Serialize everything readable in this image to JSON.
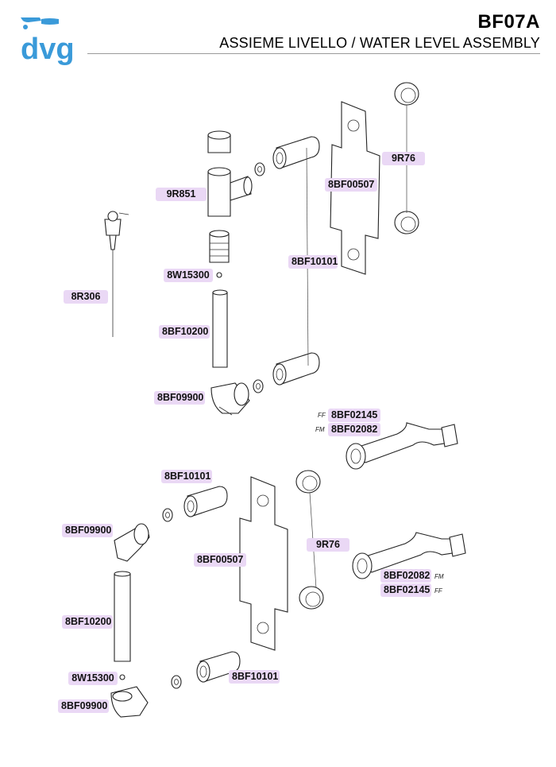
{
  "header": {
    "logo_text": "dvg",
    "code": "BF07A",
    "subtitle": "ASSIEME LIVELLO / WATER LEVEL ASSEMBLY"
  },
  "colors": {
    "logo": "#3a9ad9",
    "label_bg": "#ead8f5",
    "rule": "#9a9a9a"
  },
  "labels": {
    "l_9r76_top": "9R76",
    "l_8bf00507_top": "8BF00507",
    "l_9r851": "9R851",
    "l_8bf10101_top": "8BF10101",
    "l_8w15300_top": "8W15300",
    "l_8r306": "8R306",
    "l_8bf10200_top": "8BF10200",
    "l_8bf09900_top": "8BF09900",
    "l_8bf02145_top": "8BF02145",
    "l_8bf02082_top": "8BF02082",
    "l_8bf10101_mid": "8BF10101",
    "l_8bf09900_mid": "8BF09900",
    "l_9r76_bottom": "9R76",
    "l_8bf00507_bottom": "8BF00507",
    "l_8bf02082_bottom": "8BF02082",
    "l_8bf02145_bottom": "8BF02145",
    "l_8bf10200_bottom": "8BF10200",
    "l_8w15300_bottom": "8W15300",
    "l_8bf10101_bottom": "8BF10101",
    "l_8bf09900_bottom": "8BF09900"
  },
  "tags": {
    "ff_top": "FF",
    "fm_top": "FM",
    "fm_bottom": "FM",
    "ff_bottom": "FF"
  }
}
